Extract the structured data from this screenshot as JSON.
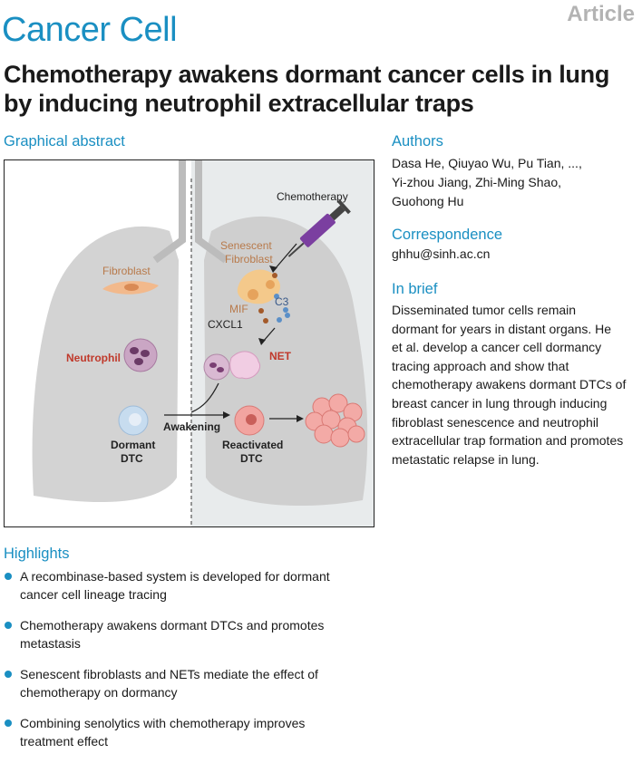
{
  "header": {
    "article_tag": "Article",
    "journal": "Cancer Cell",
    "title": "Chemotherapy awakens dormant cancer cells in lung by inducing neutrophil extracellular traps"
  },
  "sections": {
    "graphical_abstract": "Graphical abstract",
    "authors": "Authors",
    "correspondence": "Correspondence",
    "in_brief": "In brief",
    "highlights": "Highlights"
  },
  "authors": {
    "line1": "Dasa He, Qiuyao Wu, Pu Tian, ...,",
    "line2": "Yi-zhou Jiang, Zhi-Ming Shao,",
    "line3": "Guohong Hu"
  },
  "correspondence": {
    "email": "ghhu@sinh.ac.cn"
  },
  "in_brief": {
    "lines": [
      "Disseminated tumor cells remain",
      "dormant for years in distant organs. He",
      "et al. develop a cancer cell dormancy",
      "tracing approach and show that",
      "chemotherapy awakens dormant DTCs of",
      "breast cancer in lung through inducing",
      "fibroblast senescence and neutrophil",
      "extracellular trap formation and promotes",
      "metastatic relapse in lung."
    ]
  },
  "highlights": [
    {
      "line1": "A recombinase-based system is developed for dormant",
      "line2": "cancer cell lineage tracing"
    },
    {
      "line1": "Chemotherapy awakens dormant DTCs and promotes",
      "line2": "metastasis"
    },
    {
      "line1": "Senescent fibroblasts and NETs mediate the effect of",
      "line2": "chemotherapy on dormancy"
    },
    {
      "line1": "Combining senolytics with chemotherapy improves",
      "line2": "treatment effect"
    }
  ],
  "figure": {
    "chemotherapy": "Chemotherapy",
    "senescent": "Senescent",
    "fibroblast_line2": "Fibroblast",
    "fibroblast": "Fibroblast",
    "c3": "C3",
    "mif": "MIF",
    "cxcl1": "CXCL1",
    "net": "NET",
    "neutrophil": "Neutrophil",
    "awakening": "Awakening",
    "dormant": "Dormant",
    "dtc": "DTC",
    "reactivated": "Reactivated",
    "dtc2": "DTC"
  },
  "colors": {
    "accent": "#1a8fc2",
    "lung": "#d3d3d3",
    "label_orange": "#b87a4b",
    "label_red": "#c0392b"
  }
}
